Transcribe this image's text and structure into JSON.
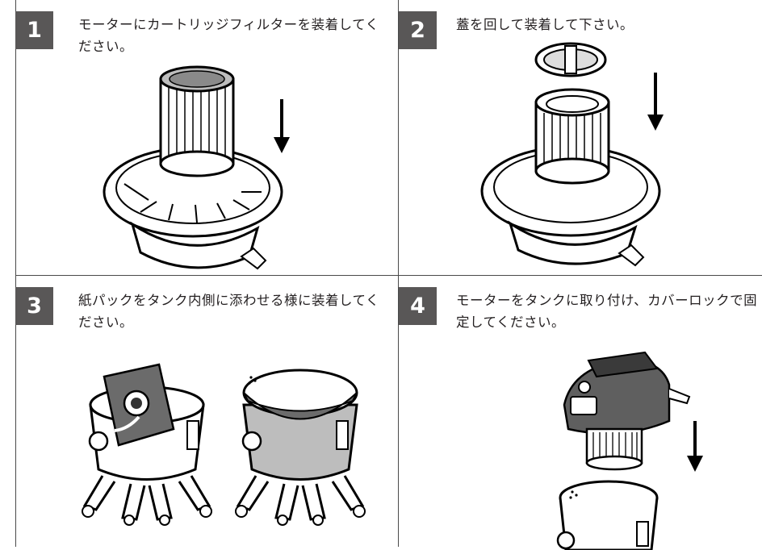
{
  "steps": [
    {
      "number": "1",
      "text": "モーターにカートリッジフィルターを装着してください。"
    },
    {
      "number": "2",
      "text": "蓋を回して装着して下さい。"
    },
    {
      "number": "3",
      "text": "紙パックをタンク内側に添わせる様に装着してください。"
    },
    {
      "number": "4",
      "text": "モーターをタンクに取り付け、カバーロックで固定してください。"
    }
  ],
  "colors": {
    "badge": "#595757",
    "line": "#4a4a4a",
    "ink": "#231f20"
  }
}
